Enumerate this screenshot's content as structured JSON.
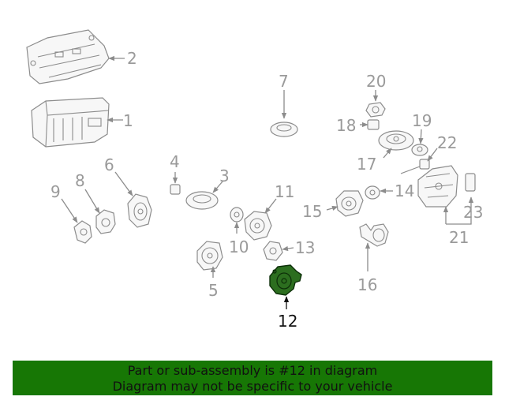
{
  "callouts": {
    "c1": "1",
    "c2": "2",
    "c3": "3",
    "c4": "4",
    "c5": "5",
    "c6": "6",
    "c7": "7",
    "c8": "8",
    "c9": "9",
    "c10": "10",
    "c11": "11",
    "c12": "12",
    "c13": "13",
    "c14": "14",
    "c15": "15",
    "c16": "16",
    "c17": "17",
    "c18": "18",
    "c19": "19",
    "c20": "20",
    "c21": "21",
    "c22": "22",
    "c23": "23"
  },
  "highlight_color": "#2c6e1f",
  "banner": {
    "line1": "Part or sub-assembly is #12 in diagram",
    "line2": "Diagram may not be specific to your vehicle",
    "color": "#177705"
  }
}
